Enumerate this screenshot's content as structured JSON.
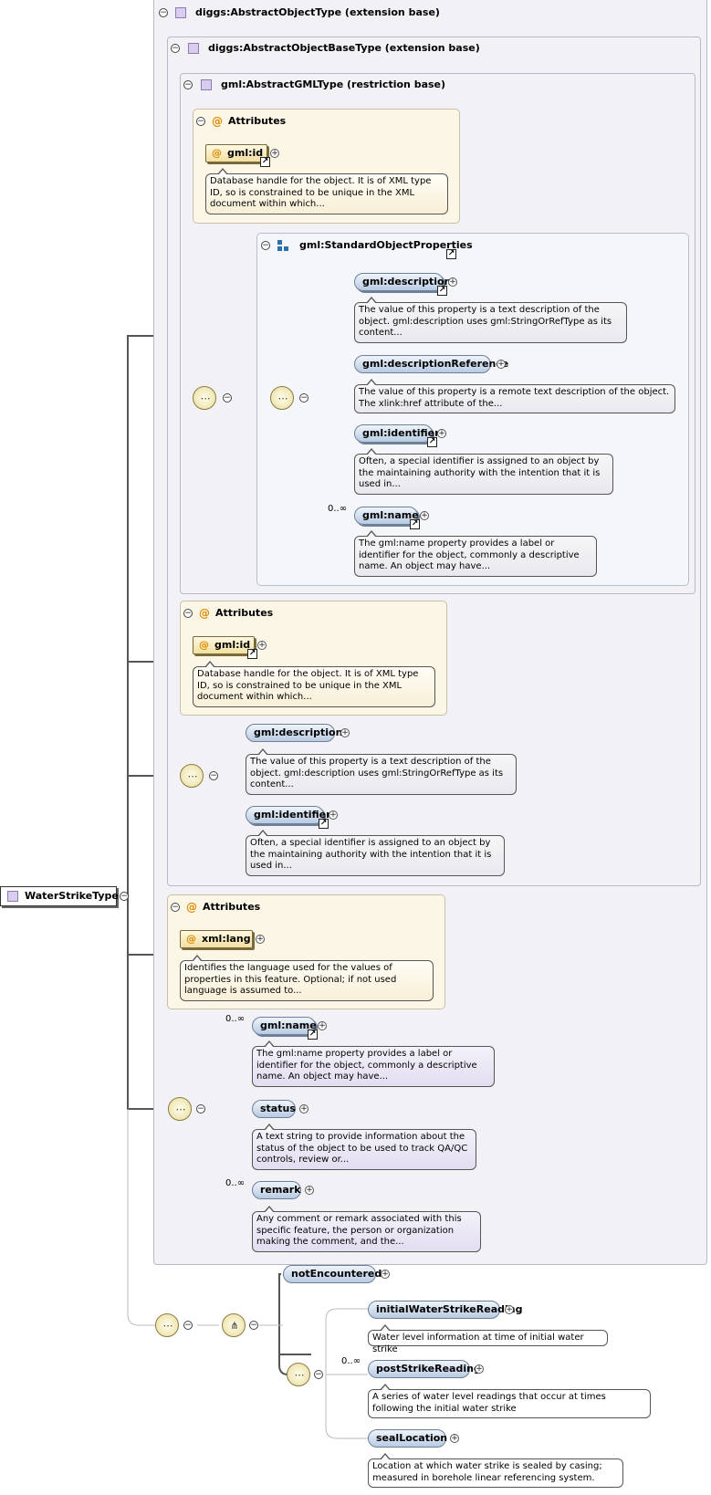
{
  "root": {
    "label": "WaterStrikeType"
  },
  "ext1": {
    "label": "diggs:AbstractObjectType (extension base)"
  },
  "ext2": {
    "label": "diggs:AbstractObjectBaseType (extension base)"
  },
  "ext3": {
    "label": "gml:AbstractGMLType (restriction base)"
  },
  "attributes_label": "Attributes",
  "gml_attrs": {
    "id": "gml:id",
    "id_doc": "Database handle for the object. It is of XML type ID, so is constrained to be unique in the XML document within which..."
  },
  "std_props": {
    "label": "gml:StandardObjectProperties",
    "items": [
      {
        "name": "gml:description",
        "doc": "The value of this property is a text description of the object. gml:description uses gml:StringOrRefType as its content...",
        "occ": ""
      },
      {
        "name": "gml:descriptionReference",
        "doc": "The value of this property is a remote text description of the object. The xlink:href attribute of the...",
        "occ": ""
      },
      {
        "name": "gml:identifier",
        "doc": "Often, a special identifier is assigned to an object by the maintaining authority with the intention that it is used in...",
        "occ": ""
      },
      {
        "name": "gml:name",
        "doc": "The gml:name property provides a label or identifier for the object, commonly a descriptive name. An object may have...",
        "occ": "0..∞"
      }
    ]
  },
  "base_attrs": {
    "id": "gml:id",
    "id_doc": "Database handle for the object. It is of XML type ID, so is constrained to be unique in the XML document within which..."
  },
  "base_seq": [
    {
      "name": "gml:description",
      "doc": "The value of this property is a text description of the object. gml:description uses gml:StringOrRefType as its content..."
    },
    {
      "name": "gml:identifier",
      "doc": "Often, a special identifier is assigned to an object by the maintaining authority with the intention that it is used in..."
    }
  ],
  "obj_attrs": {
    "lang": "xml:lang",
    "lang_doc": "Identifies the language used for the values of properties in this feature. Optional; if not used language is assumed to..."
  },
  "obj_seq": [
    {
      "name": "gml:name",
      "doc": "The gml:name property provides a label or identifier for the object, commonly a descriptive name. An object may have...",
      "occ": "0..∞"
    },
    {
      "name": "status",
      "doc": "A text string to provide information about the status of the object to be used to track QA/QC controls, review or...",
      "occ": ""
    },
    {
      "name": "remark",
      "doc": "Any comment or remark associated with this specific feature, the person or organization making the comment, and the...",
      "occ": "0..∞"
    }
  ],
  "strike": {
    "not_encountered": "notEncountered",
    "initial": {
      "name": "initialWaterStrikeReading",
      "doc": "Water level information at time of initial water strike"
    },
    "post": {
      "name": "postStrikeReading",
      "doc": "A series of water level readings that occur at times following the initial water strike",
      "occ": "0..∞"
    },
    "seal": {
      "name": "sealLocation",
      "doc": "Location at which water strike is sealed by casing; measured in borehole linear referencing system."
    }
  },
  "glyphs": {
    "collapse": "−",
    "expand": "+",
    "ref": "↗",
    "attr": "@",
    "sequence": "⋯",
    "choice": "⋔"
  },
  "icons": [
    "type-icon",
    "collapse-icon",
    "expand-icon",
    "reference-arrow-icon",
    "attribute-icon",
    "sequence-icon",
    "choice-icon",
    "group-icon"
  ],
  "colors": {
    "element_fill": "#b8cbe2",
    "attribute_fill": "#f3dfa2",
    "attr_box": "#fcf6e6",
    "ext_box": "#f2f2f6",
    "connector": "#555555"
  }
}
